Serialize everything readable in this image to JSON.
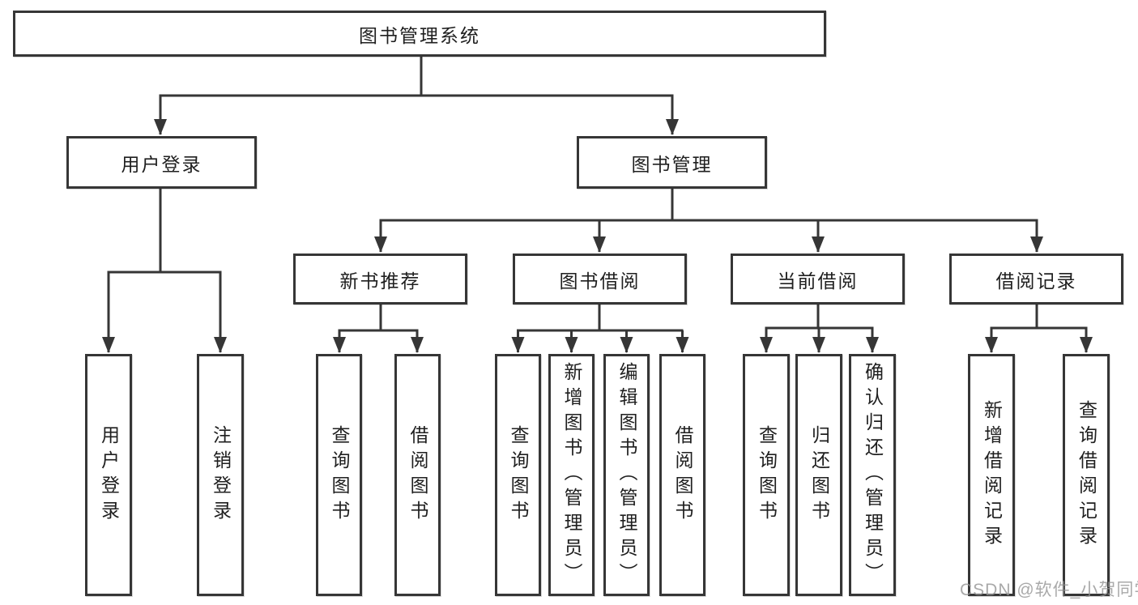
{
  "diagram": {
    "root": {
      "label": "图书管理系统"
    },
    "branches": [
      {
        "label": "用户登录",
        "children": [
          {
            "label": "用户登录"
          },
          {
            "label": "注销登录"
          }
        ]
      },
      {
        "label": "图书管理",
        "modules": [
          {
            "label": "新书推荐",
            "children": [
              {
                "label": "查询图书"
              },
              {
                "label": "借阅图书"
              }
            ]
          },
          {
            "label": "图书借阅",
            "children": [
              {
                "label": "查询图书"
              },
              {
                "label": "新增图书（管理员）"
              },
              {
                "label": "编辑图书（管理员）"
              },
              {
                "label": "借阅图书"
              }
            ]
          },
          {
            "label": "当前借阅",
            "children": [
              {
                "label": "查询图书"
              },
              {
                "label": "归还图书"
              },
              {
                "label": "确认归还（管理员）"
              }
            ]
          },
          {
            "label": "借阅记录",
            "children": [
              {
                "label": "新增借阅记录"
              },
              {
                "label": "查询借阅记录"
              }
            ]
          }
        ]
      }
    ]
  },
  "watermark": {
    "label": "CSDN @软件_小贺同学"
  },
  "colors": {
    "line": "#363636",
    "box_border": "#363636",
    "text": "#1f1f1f",
    "watermark": "#949494",
    "background": "#ffffff"
  }
}
